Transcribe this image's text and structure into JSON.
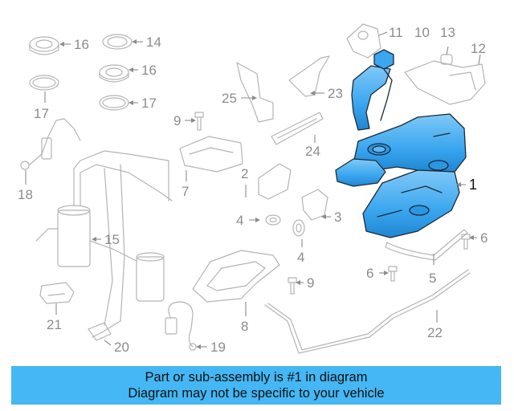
{
  "diagram": {
    "callouts": [
      {
        "label": "16"
      },
      {
        "label": "14"
      },
      {
        "label": "16"
      },
      {
        "label": "17"
      },
      {
        "label": "17"
      },
      {
        "label": "11"
      },
      {
        "label": "10"
      },
      {
        "label": "13"
      },
      {
        "label": "12"
      },
      {
        "label": "25"
      },
      {
        "label": "23"
      },
      {
        "label": "9"
      },
      {
        "label": "24"
      },
      {
        "label": "1"
      },
      {
        "label": "18"
      },
      {
        "label": "7"
      },
      {
        "label": "2"
      },
      {
        "label": "3"
      },
      {
        "label": "4"
      },
      {
        "label": "4"
      },
      {
        "label": "15"
      },
      {
        "label": "6"
      },
      {
        "label": "6"
      },
      {
        "label": "5"
      },
      {
        "label": "9"
      },
      {
        "label": "8"
      },
      {
        "label": "21"
      },
      {
        "label": "20"
      },
      {
        "label": "19"
      },
      {
        "label": "22"
      }
    ],
    "highlight_color": "#3aa6ef",
    "line_color": "#b4b4b4"
  },
  "caption": {
    "line1": "Part or sub-assembly is #1 in diagram",
    "line2": "Diagram may not be specific to your vehicle",
    "background": "#45b7f4"
  }
}
